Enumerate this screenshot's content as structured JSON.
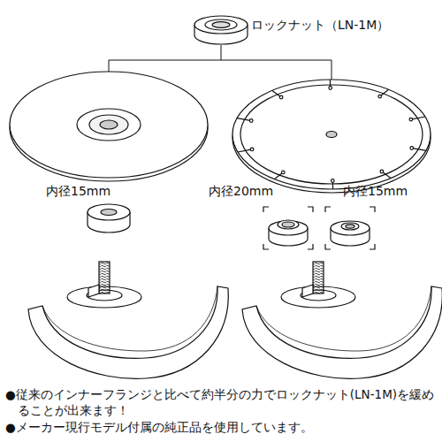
{
  "diagram": {
    "labels": [
      "ロックナット（LN-1M）",
      "内径15mm",
      "内径20mm",
      "内径15mm",
      "●従来のインナーフランジと比べて約半分の力でロックナット(LN-1M)を緩めることが出来ます！",
      "●メーカー現行モデル付属の純正品を使用しています。"
    ]
  }
}
